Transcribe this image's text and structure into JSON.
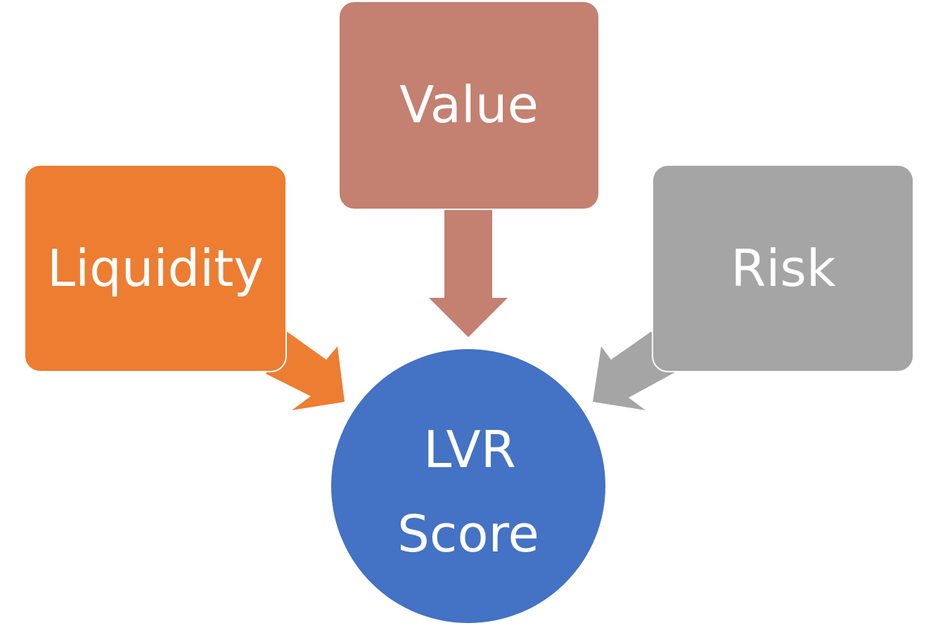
{
  "nodes": {
    "value": {
      "label": "Value",
      "color": "#C48070"
    },
    "liquidity": {
      "label": "Liquidity",
      "color": "#ED7D31"
    },
    "risk": {
      "label": "Risk",
      "color": "#A5A5A5"
    },
    "score": {
      "line1": "LVR",
      "line2": "Score",
      "color": "#4472C4"
    }
  },
  "arrows": [
    {
      "from": "value",
      "to": "score",
      "color": "#C48070"
    },
    {
      "from": "liquidity",
      "to": "score",
      "color": "#ED7D31"
    },
    {
      "from": "risk",
      "to": "score",
      "color": "#A5A5A5"
    }
  ]
}
